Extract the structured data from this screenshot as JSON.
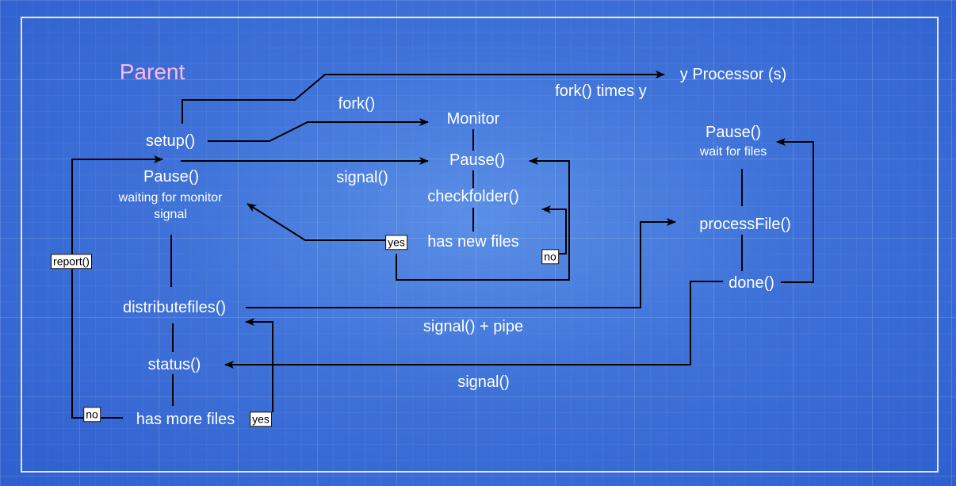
{
  "colors": {
    "line": "#000000",
    "text": "#ffffff",
    "title": "#ffb8e8"
  },
  "labels": {
    "parent": "Parent",
    "y_processor": "y Processor (s)",
    "fork_times_y": "fork() times y",
    "fork": "fork()",
    "monitor": "Monitor",
    "setup": "setup()",
    "pause_parent": "Pause()",
    "waiting_line1": "waiting for monitor",
    "waiting_line2": "signal",
    "signal_top": "signal()",
    "pause_monitor": "Pause()",
    "checkfolder": "checkfolder()",
    "has_new_files": "has new files",
    "pause_processor": "Pause()",
    "wait_for_files": "wait for files",
    "process_file": "processFile()",
    "done": "done()",
    "distribute_files": "distributefiles()",
    "signal_pipe": "signal() + pipe",
    "status": "status()",
    "signal_bottom": "signal()",
    "has_more_files": "has more files"
  },
  "tags": {
    "report": "report()",
    "yes_new": "yes",
    "no_new": "no",
    "no_more": "no",
    "yes_more": "yes"
  }
}
